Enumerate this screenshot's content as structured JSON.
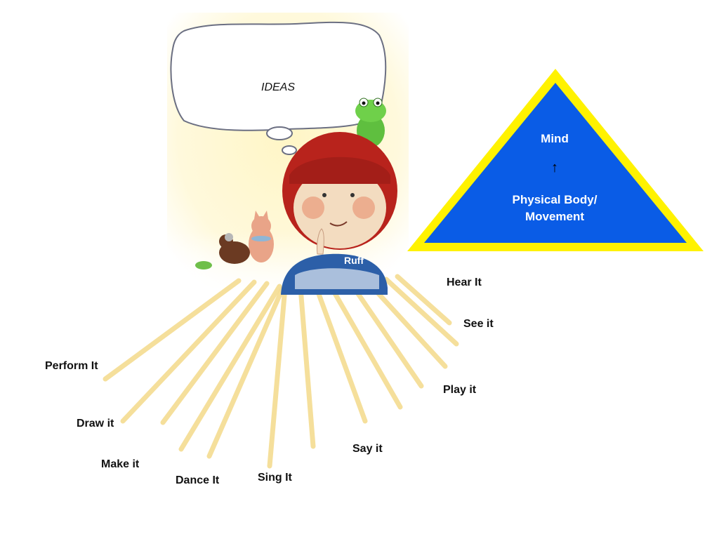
{
  "thought_bubble": {
    "text": "IDEAS"
  },
  "character": {
    "name_tag": "Ruff"
  },
  "pyramid": {
    "top": "Mind",
    "arrow": "↑",
    "bottom_line1": "Physical Body/",
    "bottom_line2": "Movement",
    "fill_color": "#0a5ce6",
    "border_color": "#fff200"
  },
  "ways": [
    "Perform It",
    "Draw it",
    "Make it",
    "Dance It",
    "Sing It",
    "Say it",
    "Play it",
    "See it",
    "Hear It"
  ],
  "colors": {
    "rays": "#f3d98a",
    "glow": "#fff4b8"
  }
}
